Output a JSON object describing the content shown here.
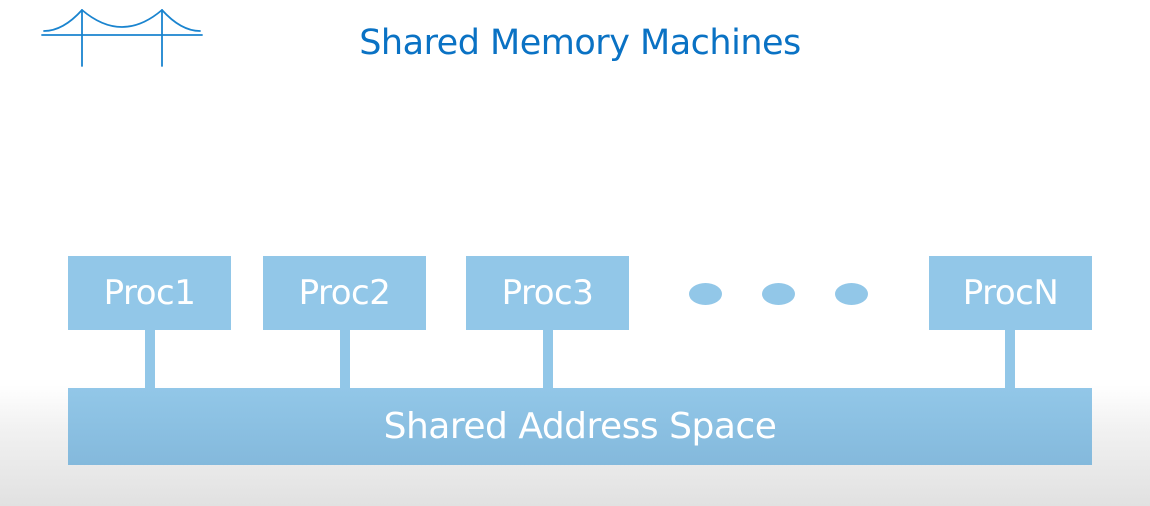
{
  "slide": {
    "title": "Shared Memory Machines"
  },
  "diagram": {
    "processors": [
      {
        "label": "Proc1"
      },
      {
        "label": "Proc2"
      },
      {
        "label": "Proc3"
      },
      {
        "label": "ProcN"
      }
    ],
    "ellipsis_dots": 3,
    "shared_space_label": "Shared Address Space"
  },
  "colors": {
    "title": "#0a72c4",
    "box_fill": "#92c7e8",
    "box_text": "#ffffff",
    "logo_stroke": "#1a84cf"
  },
  "icons": {
    "logo": "bridge-logo-icon"
  }
}
